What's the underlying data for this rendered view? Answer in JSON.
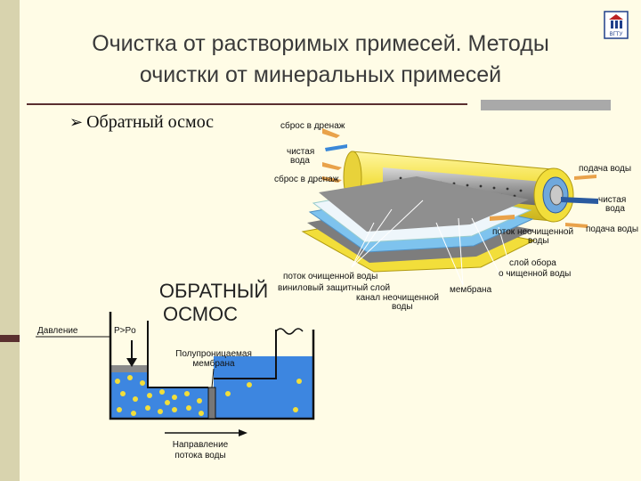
{
  "slide": {
    "title_line1": "Очистка от растворимых примесей. Методы",
    "title_line2": "очистки от минеральных примесей",
    "bullet": "Обратный осмос",
    "logo_text": "ВГТУ"
  },
  "membrane_diagram": {
    "label_drain_top": "сброс в дренаж",
    "label_clean_1": "чистая",
    "label_clean_2": "вода",
    "label_drain_mid": "сброс в дренаж",
    "label_feed_right": "подача воды",
    "label_clean_right_1": "чистая",
    "label_clean_right_2": "вода",
    "label_untreated_1": "поток неочищенной",
    "label_untreated_2": "воды",
    "label_feed_right2": "подача воды",
    "label_collect_1": "слой обора",
    "label_collect_2": "о чищенной воды",
    "label_flow_clean": "поток очищенной воды",
    "label_vinyl": "виниловый защитный слой",
    "label_channel_1": "канал неочищенной",
    "label_channel_2": "воды",
    "label_membrane": "мембрана"
  },
  "osmosis_diagram": {
    "title_line1": "ОБРАТНЫЙ",
    "title_line2": "ОСМОС",
    "pressure_label": "Давление",
    "pressure_formula": "P>Po",
    "membrane_label_1": "Полупроницаемая",
    "membrane_label_2": "мембрана",
    "flow_label_1": "Направление",
    "flow_label_2": "потока воды"
  }
}
